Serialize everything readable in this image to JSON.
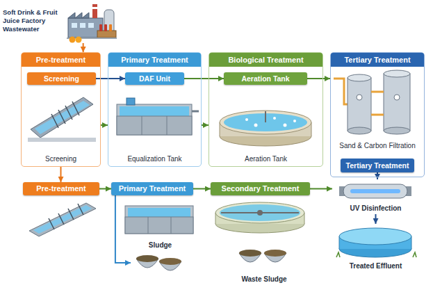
{
  "diagram": {
    "nodes": [
      {
        "text": [
          "Soft Drink & Fruit Juice Factory Wastewater"
        ]
      },
      {
        "text": [
          "Pre-treatment",
          "Screening"
        ]
      },
      {
        "text": [
          "Screening"
        ],
        "in": 1
      },
      {
        "text": [
          "Primary Treatment",
          "Equalization Tank"
        ]
      },
      {
        "text": [
          "DAF Unit"
        ],
        "in": 3
      },
      {
        "text": [
          "Biological Treatment",
          "Aeration Tank"
        ]
      },
      {
        "text": [
          "Aeration Tank"
        ],
        "in": 5
      },
      {
        "text": [
          "Tertiary Treatment",
          "Sand & Carbon Filtration"
        ]
      },
      {
        "text": [
          "Tertiary Treatment"
        ],
        "in": 7
      },
      {
        "text": [
          "Pre-treatment"
        ]
      },
      {
        "text": [
          "Primary Treatment"
        ]
      },
      {
        "text": [
          "Secondary Treatment"
        ]
      },
      {
        "text": [
          "UV Disinfection"
        ]
      },
      {
        "text": [
          "Treated Effluent"
        ]
      },
      {
        "text": [
          "Sludge"
        ]
      },
      {
        "text": [
          "Waste Sludge"
        ]
      }
    ],
    "edges": [
      {
        "from": 0,
        "to": 1,
        "arrow": "to"
      },
      {
        "from": 2,
        "to": 4,
        "arrow": "to"
      },
      {
        "from": 4,
        "to": 6,
        "arrow": "to"
      },
      {
        "from": 6,
        "to": 7,
        "arrow": "to"
      },
      {
        "from": 1,
        "to": 3,
        "arrow": "to"
      },
      {
        "from": 3,
        "to": 5,
        "arrow": "to"
      },
      {
        "from": 1,
        "to": 9,
        "arrow": "to"
      },
      {
        "from": 8,
        "to": 12,
        "arrow": "to"
      },
      {
        "from": 9,
        "to": 10,
        "arrow": "to"
      },
      {
        "from": 10,
        "to": 11,
        "arrow": "to"
      },
      {
        "from": 11,
        "to": 12,
        "arrow": "to"
      },
      {
        "from": 12,
        "to": 13,
        "arrow": "to"
      },
      {
        "from": 10,
        "to": 14,
        "arrow": "to"
      }
    ]
  }
}
